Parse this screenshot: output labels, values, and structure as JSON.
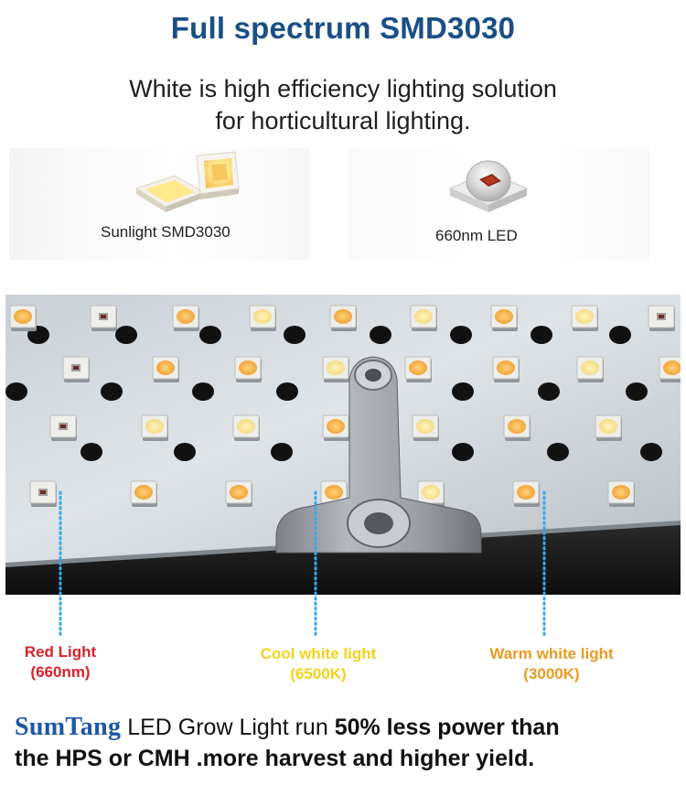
{
  "title": "Full spectrum SMD3030",
  "subtitle_line1": "White is high efficiency lighting solution",
  "subtitle_line2": "for horticultural lighting.",
  "chips": {
    "sunlight_label": "Sunlight SMD3030",
    "red_label": "660nm LED"
  },
  "labels": {
    "red_line1": "Red Light",
    "red_line2": "(660nm)",
    "cool_line1": "Cool white light",
    "cool_line2": "(6500K)",
    "warm_line1": "Warm white light",
    "warm_line2": "(3000K)"
  },
  "tagline": {
    "brand": "SumTang",
    "part1": " LED Grow Light run ",
    "part2": "50% less power than",
    "line2": "the HPS or CMH .more harvest and higher yield."
  },
  "colors": {
    "title": "#1a4f86",
    "brand": "#1d56a6",
    "red_light": "#d7222a",
    "cool_light": "#f2d21a",
    "warm_light": "#eb9a21",
    "dotted_line": "#3aa8e8"
  }
}
